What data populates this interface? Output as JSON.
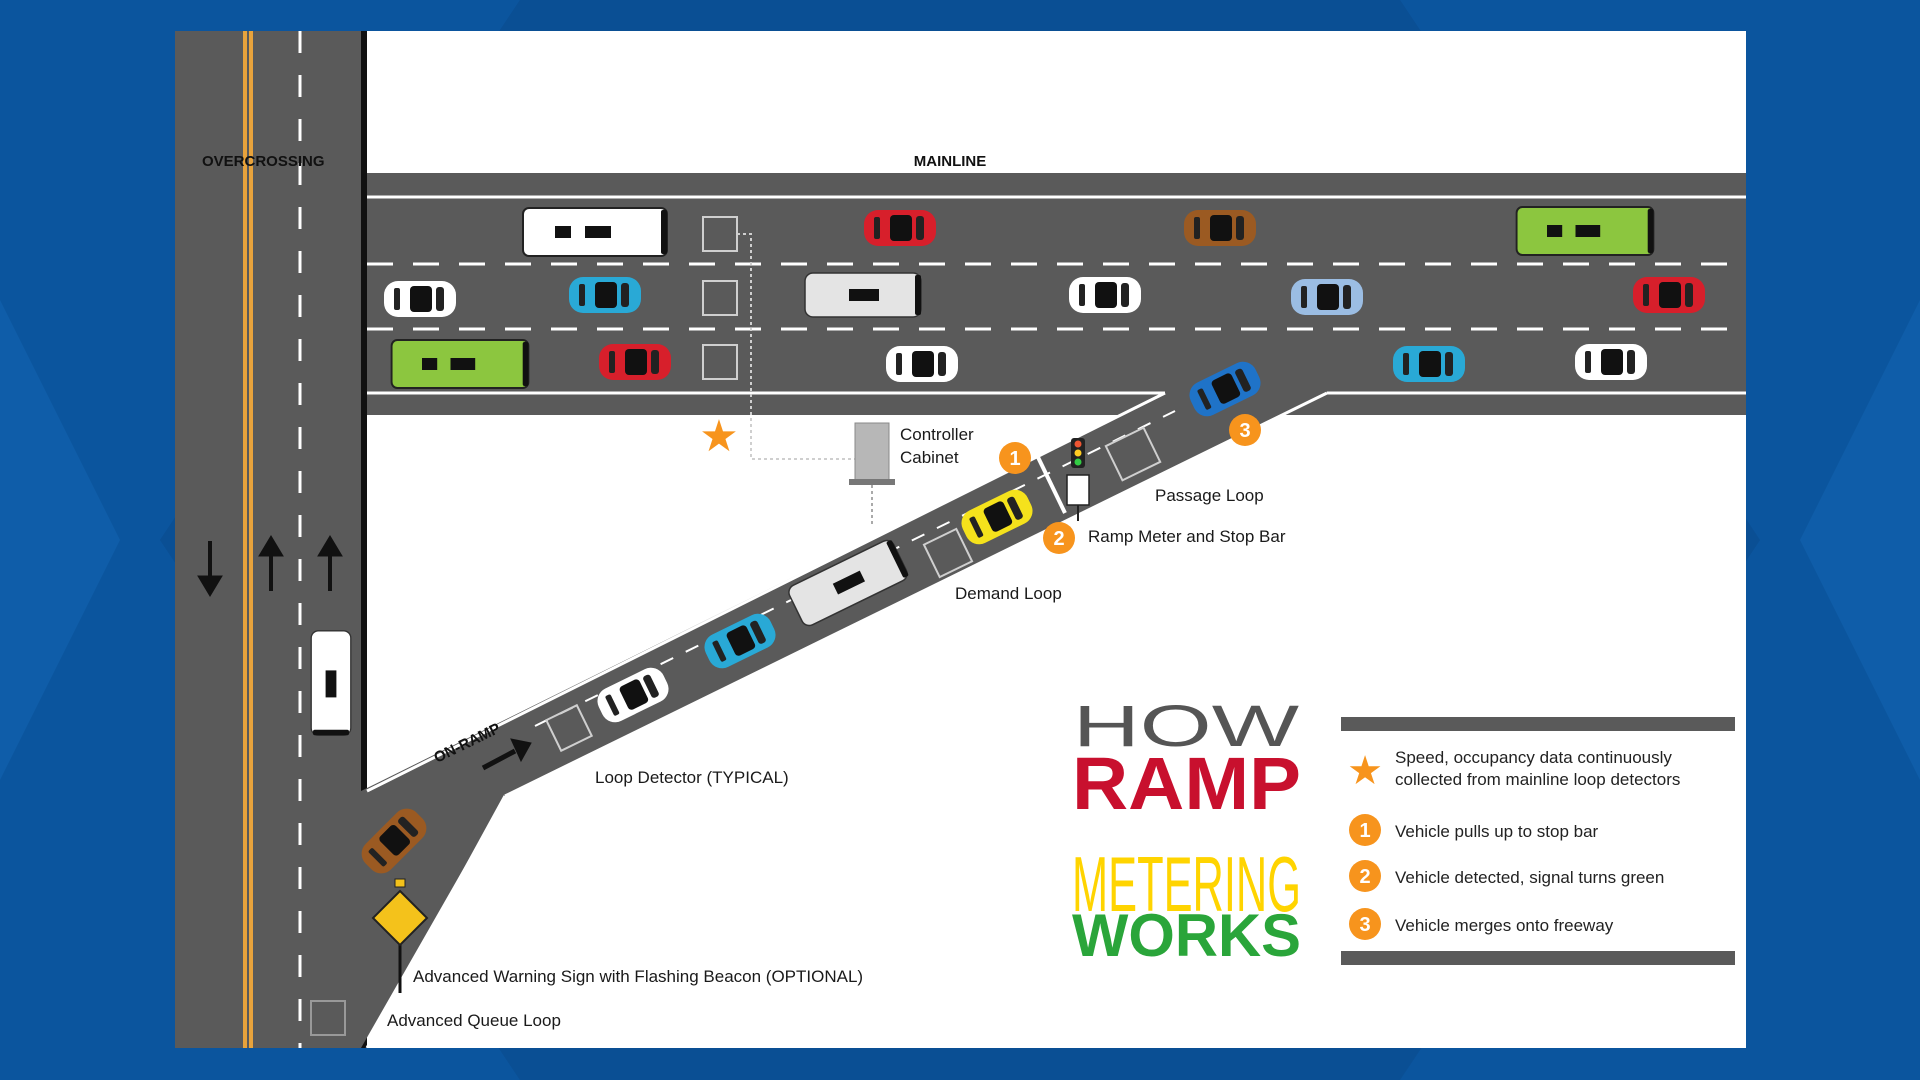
{
  "labels": {
    "overcrossing": "OVERCROSSING",
    "mainline": "MAINLINE",
    "on_ramp": "ON-RAMP",
    "controller_line1": "Controller",
    "controller_line2": "Cabinet",
    "passage_loop": "Passage Loop",
    "ramp_meter": "Ramp Meter and Stop Bar",
    "demand_loop": "Demand Loop",
    "loop_detector": "Loop Detector (TYPICAL)",
    "warning_sign": "Advanced Warning Sign with Flashing Beacon (OPTIONAL)",
    "queue_loop": "Advanced Queue Loop"
  },
  "title": {
    "line1": "HOW",
    "line2": "RAMP",
    "line3": "METERING",
    "line4": "WORKS"
  },
  "legend": [
    {
      "marker": "★",
      "line1": "Speed, occupancy data continuously",
      "line2": "collected from mainline loop detectors"
    },
    {
      "marker": "1",
      "line1": "Vehicle pulls up to stop bar",
      "line2": ""
    },
    {
      "marker": "2",
      "line1": "Vehicle detected, signal turns green",
      "line2": ""
    },
    {
      "marker": "3",
      "line1": "Vehicle merges onto freeway",
      "line2": ""
    }
  ],
  "badges": [
    "1",
    "2",
    "3"
  ],
  "colors": {
    "background": "#0a4f94",
    "road": "#5a5a5a",
    "orange": "#f7941d",
    "ramp_red": "#c8102e",
    "metering_yellow": "#ffd400",
    "works_green": "#2aa53a"
  }
}
